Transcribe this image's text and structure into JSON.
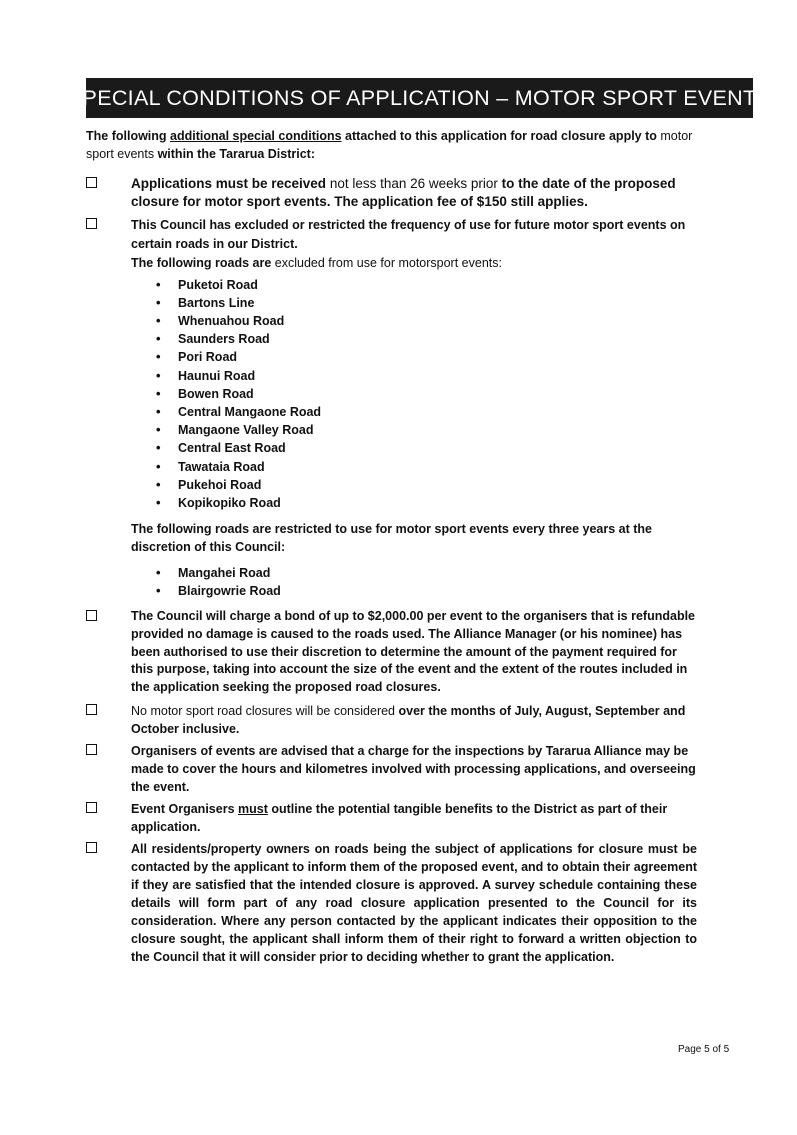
{
  "title": "SPECIAL CONDITIONS OF APPLICATION – MOTOR SPORT EVENTS",
  "intro": {
    "t1": "The following ",
    "t2": "additional special conditions",
    "t3": " attached to this application for road closure apply to ",
    "t4": "motor sport events ",
    "t5": "within the Tararua District:"
  },
  "c1": {
    "a": "Applications must be received",
    "b": " not less than 26 weeks prior ",
    "c": "to the date of the proposed closure for motor sport events. The application fee of $150 still applies."
  },
  "c2": {
    "text": "This Council has excluded or restricted the frequency of use for future motor sport events on certain roads in our District.",
    "ex_a": "The following roads are ",
    "ex_b": "excluded from use for motorsport events:",
    "excluded": [
      "Puketoi Road",
      "Bartons Line",
      "Whenuahou Road",
      "Saunders Road",
      "Pori Road",
      "Haunui Road",
      "Bowen Road",
      "Central Mangaone Road",
      "Mangaone Valley Road",
      "Central East Road",
      "Tawataia Road",
      "Pukehoi Road",
      "Kopikopiko Road"
    ],
    "restricted_intro": "The following roads are restricted to use for motor sport events every three years at the discretion of this Council:",
    "restricted": [
      "Mangahei Road",
      "Blairgowrie Road"
    ]
  },
  "c3": "The Council will charge a bond of up to $2,000.00 per event to the organisers that is refundable provided no damage is caused to the roads used. The Alliance Manager (or his nominee) has been authorised to use their discretion to determine the amount of the payment required for this purpose, taking into account the size of the event and the extent of the routes included in the application seeking the proposed road closures.",
  "c4": {
    "a": "No motor sport road closures will be considered ",
    "b": "over the months of July, August, September and October inclusive."
  },
  "c5": "Organisers of events are advised that a charge for the inspections by Tararua Alliance may be made to cover the hours and kilometres involved with processing applications, and overseeing the event.",
  "c6": {
    "a": "Event Organisers ",
    "b": "must",
    "c": " outline the potential tangible benefits to the District as part of their application."
  },
  "c7": "All residents/property owners on roads being the subject of applications for closure must be contacted by the applicant to inform them of the proposed event, and to obtain their agreement if they are satisfied that the intended closure is approved. A survey schedule containing these details will form part of any road closure application presented to the Council for its consideration. Where any person contacted by the applicant indicates their opposition to the closure sought, the applicant shall inform them of their right to forward a written objection to the Council that it will consider prior to deciding whether to grant the application.",
  "page_number": "Page 5 of 5"
}
